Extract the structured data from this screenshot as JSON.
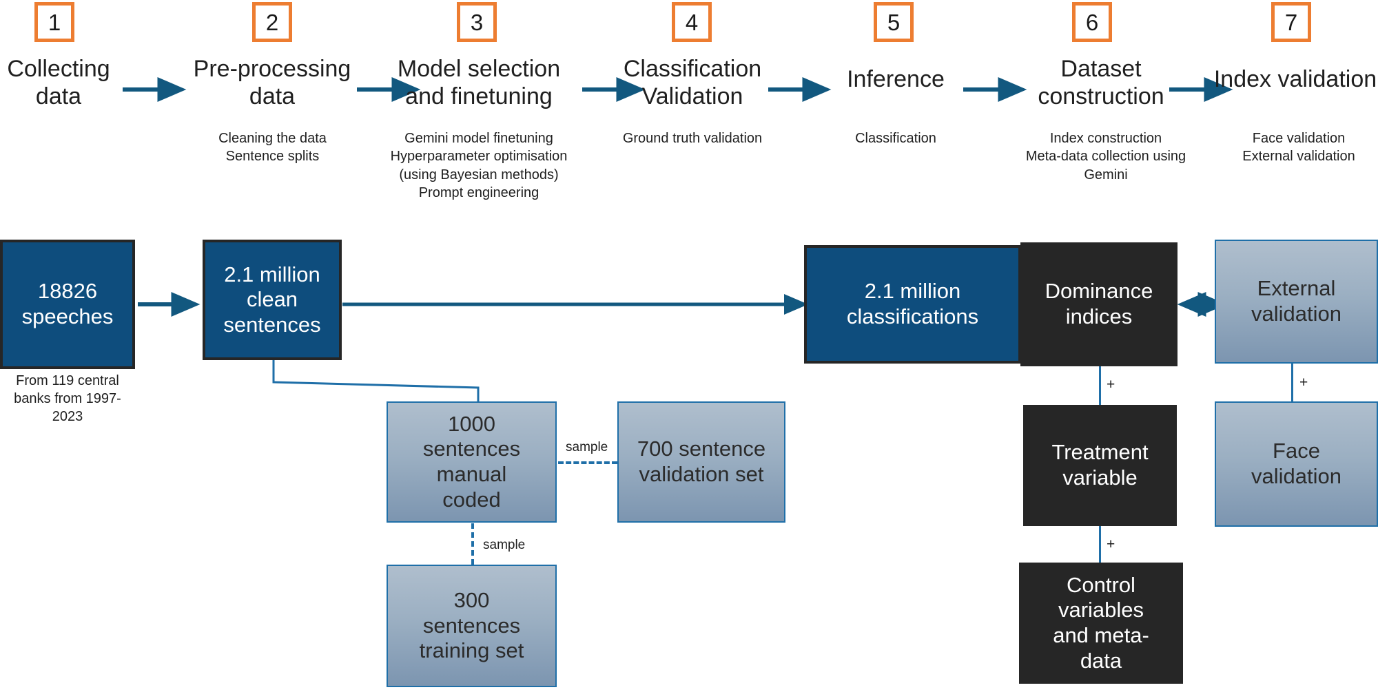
{
  "diagram": {
    "title": "Central bank speech classification pipeline",
    "colors": {
      "badge_border": "#ED7D31",
      "dark_blue": "#0E4D7D",
      "black": "#262626",
      "light_blue_top": "#AFBECD",
      "light_blue_bottom": "#7C95B0",
      "arrow": "#1F6FA8",
      "text": "#1F1F1F"
    },
    "steps": [
      {
        "number": "1",
        "title": "Collecting\ndata",
        "subtitle": ""
      },
      {
        "number": "2",
        "title": "Pre-processing\ndata",
        "subtitle": "Cleaning the data\nSentence splits"
      },
      {
        "number": "3",
        "title": "Model selection\nand finetuning",
        "subtitle": "Gemini model finetuning\nHyperparameter optimisation\n(using Bayesian methods)\nPrompt engineering"
      },
      {
        "number": "4",
        "title": "Classification\nValidation",
        "subtitle": "Ground truth validation"
      },
      {
        "number": "5",
        "title": "Inference",
        "subtitle": "Classification"
      },
      {
        "number": "6",
        "title": "Dataset\nconstruction",
        "subtitle": "Index construction\nMeta-data collection using\nGemini"
      },
      {
        "number": "7",
        "title": "Index validation",
        "subtitle": "Face validation\nExternal validation"
      }
    ],
    "nodes": {
      "speeches": {
        "label": "18826\nspeeches",
        "caption": "From 119 central\nbanks from 1997-\n2023"
      },
      "clean_sentences": {
        "label": "2.1 million\nclean\nsentences"
      },
      "manual_coded": {
        "label": "1000\nsentences\nmanual\ncoded"
      },
      "validation_set": {
        "label": "700 sentence\nvalidation set"
      },
      "training_set": {
        "label": "300\nsentences\ntraining set"
      },
      "classifications": {
        "label": "2.1 million\nclassifications"
      },
      "dominance_indices": {
        "label": "Dominance\nindices"
      },
      "treatment_variable": {
        "label": "Treatment\nvariable"
      },
      "control_variables": {
        "label": "Control\nvariables\nand meta-\ndata"
      },
      "external_validation": {
        "label": "External\nvalidation"
      },
      "face_validation": {
        "label": "Face\nvalidation"
      }
    },
    "connector_labels": {
      "sample_to_validation": "sample",
      "sample_to_training": "sample",
      "plus_dominance": "+",
      "plus_treatment": "+",
      "plus_external": "+"
    }
  }
}
